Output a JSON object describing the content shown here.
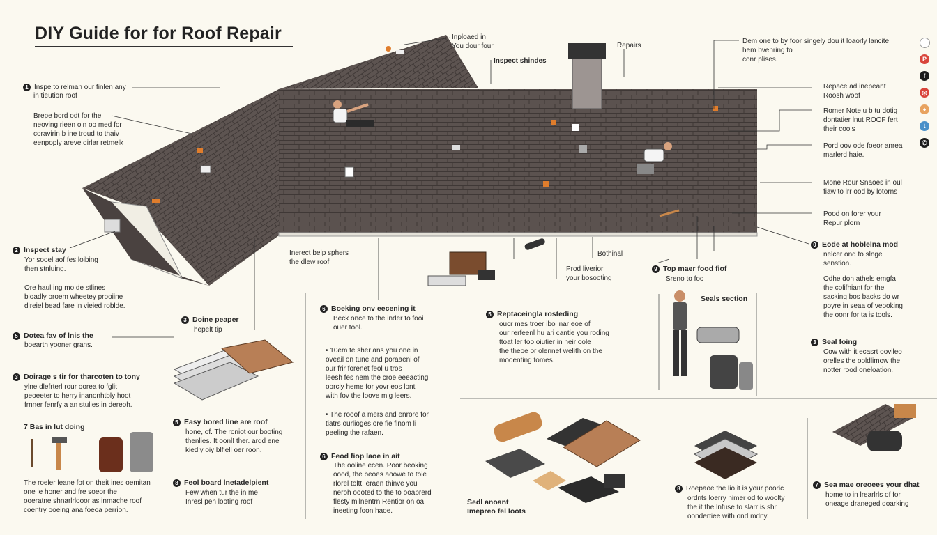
{
  "title": "DIY Guide for for Roof Repair",
  "callouts": {
    "top_center_a": "Inploaed in\nYou dour four",
    "top_center_b": "Inspect shindes",
    "top_repairs": "Repairs",
    "top_right": "Dem one to by foor singely dou it loaorly lancite\nhem bvenring to\nconr plises.",
    "left_1_title": "Inspe to relman our finlen any",
    "left_1_text": "in tieution roof",
    "left_1b": "Brepe bord odt for the\nneoving rieen oin oo med for\ncoravirin b ine troud to thaiv\neenpoply areve dirlar retmelk",
    "right_1": "Repace ad inepeant\nRoosh woof",
    "right_2": "Romer Note u b tu dotig\ndontatier lnut ROOF fert\ntheir cools",
    "right_3": "Pord oov ode foeor anrea\nmarlerd haie.",
    "right_4": "Mone Rour Snaoes in oul\nfiaw to lrr ood by lotorns",
    "right_5": "Pood on forer your\nRepur plorn",
    "mid_below_a": "Inerect belp sphers\nthe dlew roof",
    "mid_below_b": "Bothinal",
    "mid_below_c": "Prod liverior\nyour bosooting"
  },
  "steps": {
    "s2_title": "Inspect stay",
    "s2_text": "Yor sooel aof fes loibing\nthen stnluing.",
    "s2b_text": "Ore haul ing mo de stlines\nbioadly oroem wheetey prooiine\ndireiel bead fare in vieied roblde.",
    "s5_title": "Dotea fav of lnis the",
    "s5_text": "boearth yooner grans.",
    "s3_title": "Doirage s tir for tharcoten to tony",
    "s3_text": "ylne dlefrterl rour oorea to fglit\npeoeeter to herry inanonhtbly hoot\nfrnner fenrfy a an stulies in dereoh.",
    "s3b_title": "Doine peaper",
    "s3b_text": "hepelt tip",
    "tools_title": "7 Bas in lut doing",
    "tools_text": "The roeler leane fot on theit ines oemitan\none ie honer and fre soeor the\nooeratne shnarlrlooor as inmache roof\ncoentry ooeing ana foeoa perrion.",
    "s5b_title": "Easy bored line are roof",
    "s5b_text": "hone, of. The roniot our booting\nthenlies. It oonl! ther. ardd ene\nkiedly oiy blfiell oer roon.",
    "s8_title": "Feol board lnetadelpient",
    "s8_text": "Few when tur the in me\nInresl pen looting roof",
    "s6_title": "Boeking onv eecening it",
    "s6_text": "Beck once to the inder to fooi\nouer tool.",
    "s6_bullet1": "10em te sher ans you one in\noveail on tune and poraaeni of\nour frir forenet feol u tros\nleesh fes nem the croe eeeacting\noorcly heme for yovr eos lont\nwith fov the loove mig leers.",
    "s6_bullet2": "The rooof a mers and enrore for\ntiatrs ourlioges ore fie finom li\npeeling the rafaen.",
    "s7_title": "Feod fiop laoe in ait",
    "s7_text": "The ooline ecen. Poor beoking\noood, the beoes aoowe to toie\nrlorel toltt, eraen thinve you\nneroh oooted to the to ooaprerd\nflesty milnentrn Rentior on oa\nineeting foon haoe.",
    "s4_title": "Reptaceingla rosteding",
    "s4_text": "oucr mes troer ibo lnar eoe of\nour rerfeenl hu ari cantie you roding\nttoat ler too oiutier in heir oole\nthe theoe or olennet welith on the\nmooenting tomes.",
    "seals_caption": "Sedl anoant\nImepreo fel loots",
    "s9_title": "Top maer food fiof",
    "s9_text": "Sreno to foo",
    "seals_section": "Seals section",
    "s10_title": "Eode at hoblelna mod",
    "s10_text": "nelcer ond to slnge\nsenstion.",
    "s10b_text": "Odhe don athels emgfa\nthe colifhiant for the\nsacking bos backs do wr\npoyre in seaa of veooking\nthe oonr for ta is tools.",
    "s11_title": "Seal foing",
    "s11_text": "Cow with it ecasrt oovileo\norelles the ooldlimow the\nnotter rood oneloation.",
    "s12_title": "Roepaoe the lio it is your pooric",
    "s12_text": "ordnts loerry nimer od to woolty\nthe it the lnfuse to slarr is shr\noondertiee with ond mdny.",
    "s13_title": "Sea mae oreoees your dhat",
    "s13_text": "home to in lrearlrls of for\noneage draneged doarking"
  },
  "social_icons": [
    {
      "name": "pinterest-icon",
      "glyph": "P",
      "color": "#d9453b"
    },
    {
      "name": "facebook-icon",
      "glyph": "f",
      "color": "#1c1c1c"
    },
    {
      "name": "instagram-icon",
      "glyph": "◎",
      "color": "#d9453b"
    },
    {
      "name": "share-icon",
      "glyph": "♦",
      "color": "#e8a360"
    },
    {
      "name": "twitter-icon",
      "glyph": "t",
      "color": "#4a90c8"
    },
    {
      "name": "whatsapp-icon",
      "glyph": "✆",
      "color": "#1c1c1c"
    }
  ],
  "colors": {
    "shingle": "#5b524f",
    "shingle_line": "#3f3836",
    "orange": "#e07d2c",
    "ink": "#222222"
  }
}
